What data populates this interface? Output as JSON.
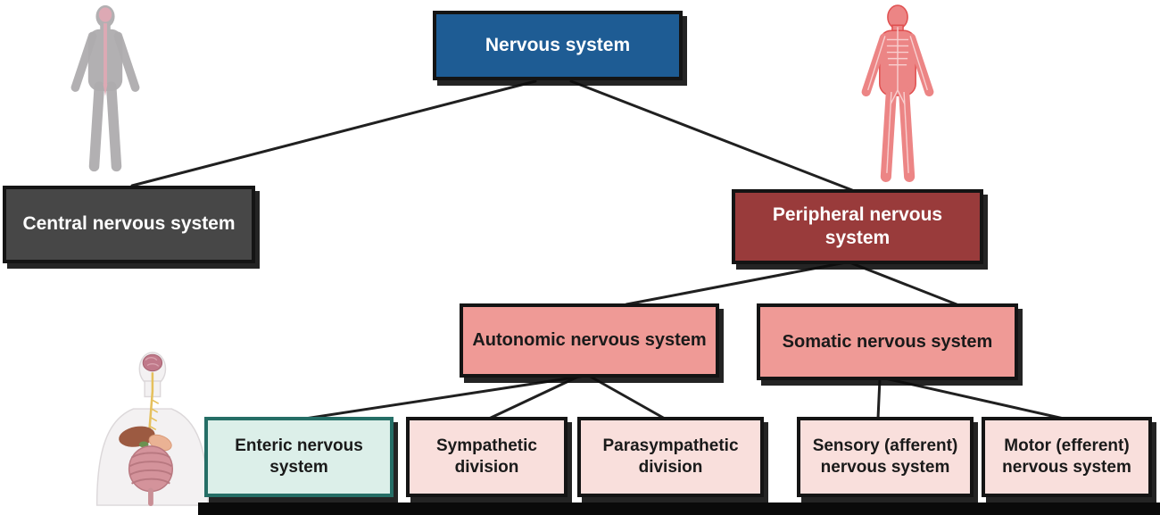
{
  "diagram": {
    "nodes": {
      "nervous": {
        "label": "Nervous system"
      },
      "central": {
        "label": "Central nervous system"
      },
      "peripheral": {
        "label": "Peripheral nervous system"
      },
      "autonomic": {
        "label": "Autonomic nervous system"
      },
      "somatic": {
        "label": "Somatic nervous system"
      },
      "enteric": {
        "label": "Enteric nervous system"
      },
      "sympathetic": {
        "label": "Sympathetic division"
      },
      "parasympathetic": {
        "label": "Parasympathetic division"
      },
      "sensory": {
        "label": "Sensory (afferent) nervous system"
      },
      "motor": {
        "label": "Motor (efferent) nervous system"
      }
    },
    "colors": {
      "nervous_fill": "#1e5c94",
      "central_fill": "#474747",
      "peripheral_fill": "#993b3b",
      "division_fill": "#ef9a96",
      "leaf_fill": "#f9dfdc",
      "enteric_fill": "#dcefe9",
      "enteric_border": "#256e66",
      "box_border": "#141414",
      "connector_line": "#202020",
      "light_text": "#ffffff",
      "dark_text": "#1a1a1a"
    },
    "illustrations": {
      "cns_body": "human-body-with-brain-and-spinal-cord",
      "pns_body": "human-body-with-peripheral-nerves",
      "ens_torso": "torso-with-brain-and-digestive-organs"
    }
  }
}
